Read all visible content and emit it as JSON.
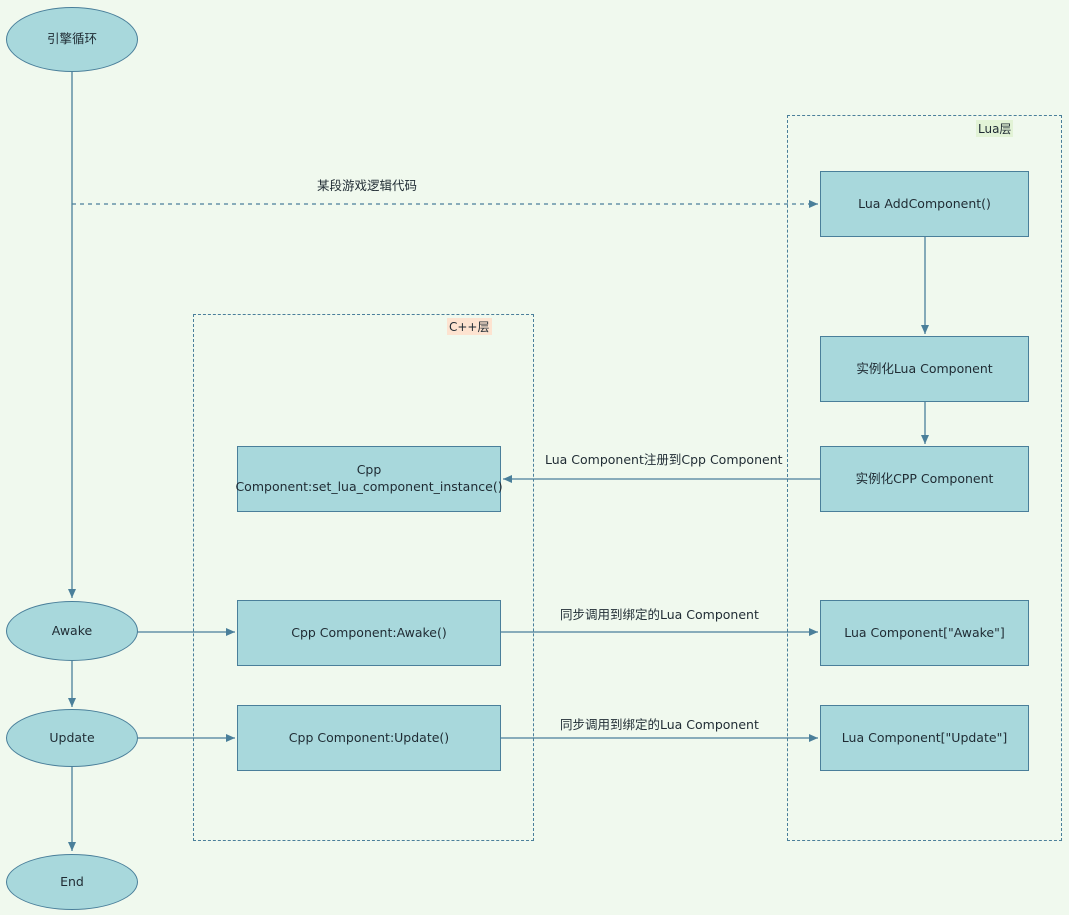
{
  "nodes": {
    "engine_loop": "引擎循环",
    "awake": "Awake",
    "update": "Update",
    "end": "End",
    "lua_add_component": "Lua AddComponent()",
    "instantiate_lua_component": "实例化Lua Component",
    "instantiate_cpp_component": "实例化CPP Component",
    "cpp_set_lua_instance": "Cpp Component:set_lua_component_instance()",
    "cpp_awake": "Cpp Component:Awake()",
    "cpp_update": "Cpp Component:Update()",
    "lua_awake": "Lua Component[\"Awake\"]",
    "lua_update": "Lua Component[\"Update\"]"
  },
  "groups": {
    "cpp_layer": "C++层",
    "lua_layer": "Lua层"
  },
  "edge_labels": {
    "game_logic": "某段游戏逻辑代码",
    "register": "Lua Component注册到Cpp Component",
    "sync_call_awake": "同步调用到绑定的Lua Component",
    "sync_call_update": "同步调用到绑定的Lua Component"
  },
  "colors": {
    "background": "#f0f9ee",
    "node_fill": "#a8d8dc",
    "stroke": "#4a7f9a",
    "cpp_label_bg": "#fde3d0",
    "lua_label_bg": "#e2f3d6"
  }
}
